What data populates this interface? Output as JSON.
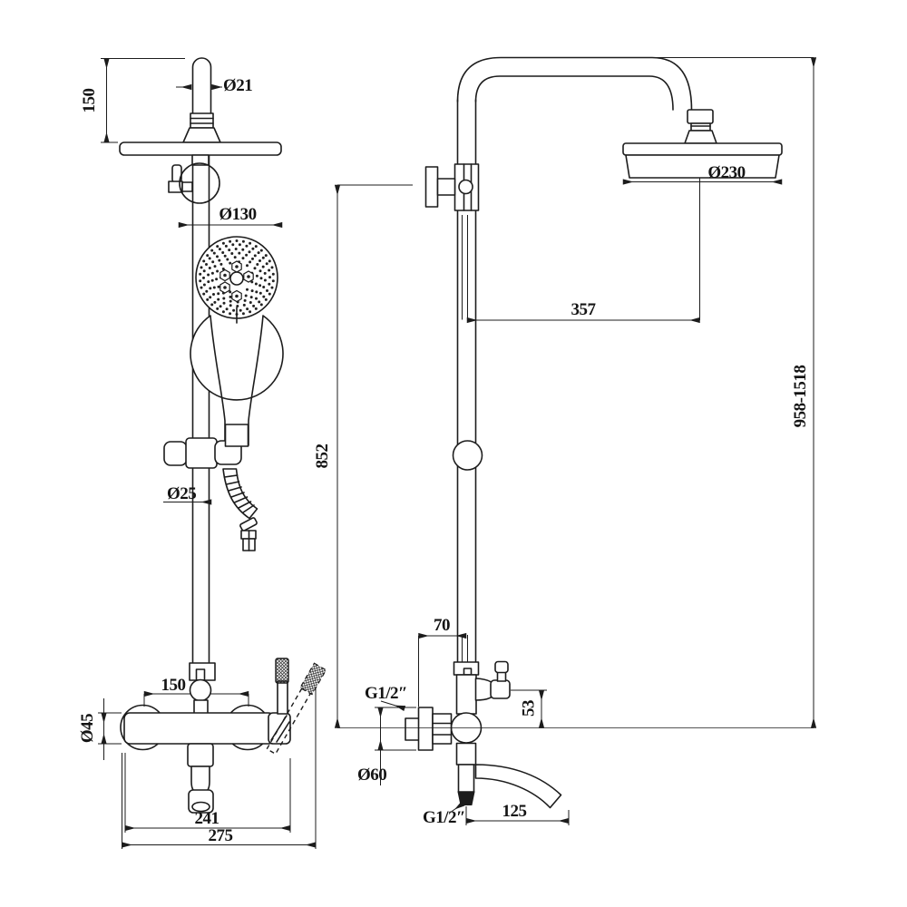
{
  "drawing": {
    "background": "#ffffff",
    "line_color": "#1c1c1c"
  },
  "front_view": {
    "labels": {
      "top_height": "150",
      "top_pipe_diameter": "Ø21",
      "hand_shower_diameter": "Ø130",
      "riser_diameter": "Ø25",
      "inlet_spacing": "150",
      "body_diameter": "Ø45",
      "width_to_handle": "241",
      "overall_width": "275"
    }
  },
  "side_view": {
    "labels": {
      "head_diameter": "Ø230",
      "arm_reach": "357",
      "riser_height": "852",
      "height_range": "958-1518",
      "wall_to_riser": "70",
      "inlet_thread": "G1/2″",
      "handle_offset": "53",
      "flange_diameter": "Ø60",
      "outlet_thread": "G1/2″",
      "spout_length": "125"
    }
  }
}
